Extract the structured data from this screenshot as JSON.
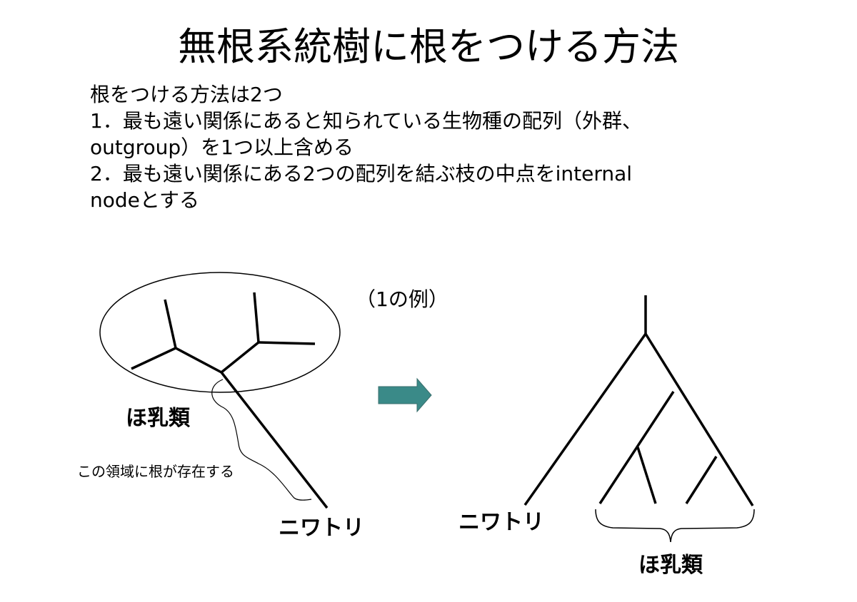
{
  "title": "無根系統樹に根をつける方法",
  "body": {
    "lines": [
      "根をつける方法は2つ",
      "1．最も遠い関係にあると知られている生物種の配列（外群、",
      "outgroup）を1つ以上含める",
      "2．最も遠い関係にある2つの配列を結ぶ枝の中点をinternal",
      "nodeとする"
    ]
  },
  "diagram": {
    "example_label": "（1の例）",
    "left": {
      "mammals_label": "ほ乳類",
      "root_region_label": "この領域に根が存在する",
      "chicken_label": "ニワトリ"
    },
    "arrow_color": "#3a8a88",
    "right": {
      "chicken_label": "ニワトリ",
      "mammals_label": "ほ乳類"
    }
  }
}
